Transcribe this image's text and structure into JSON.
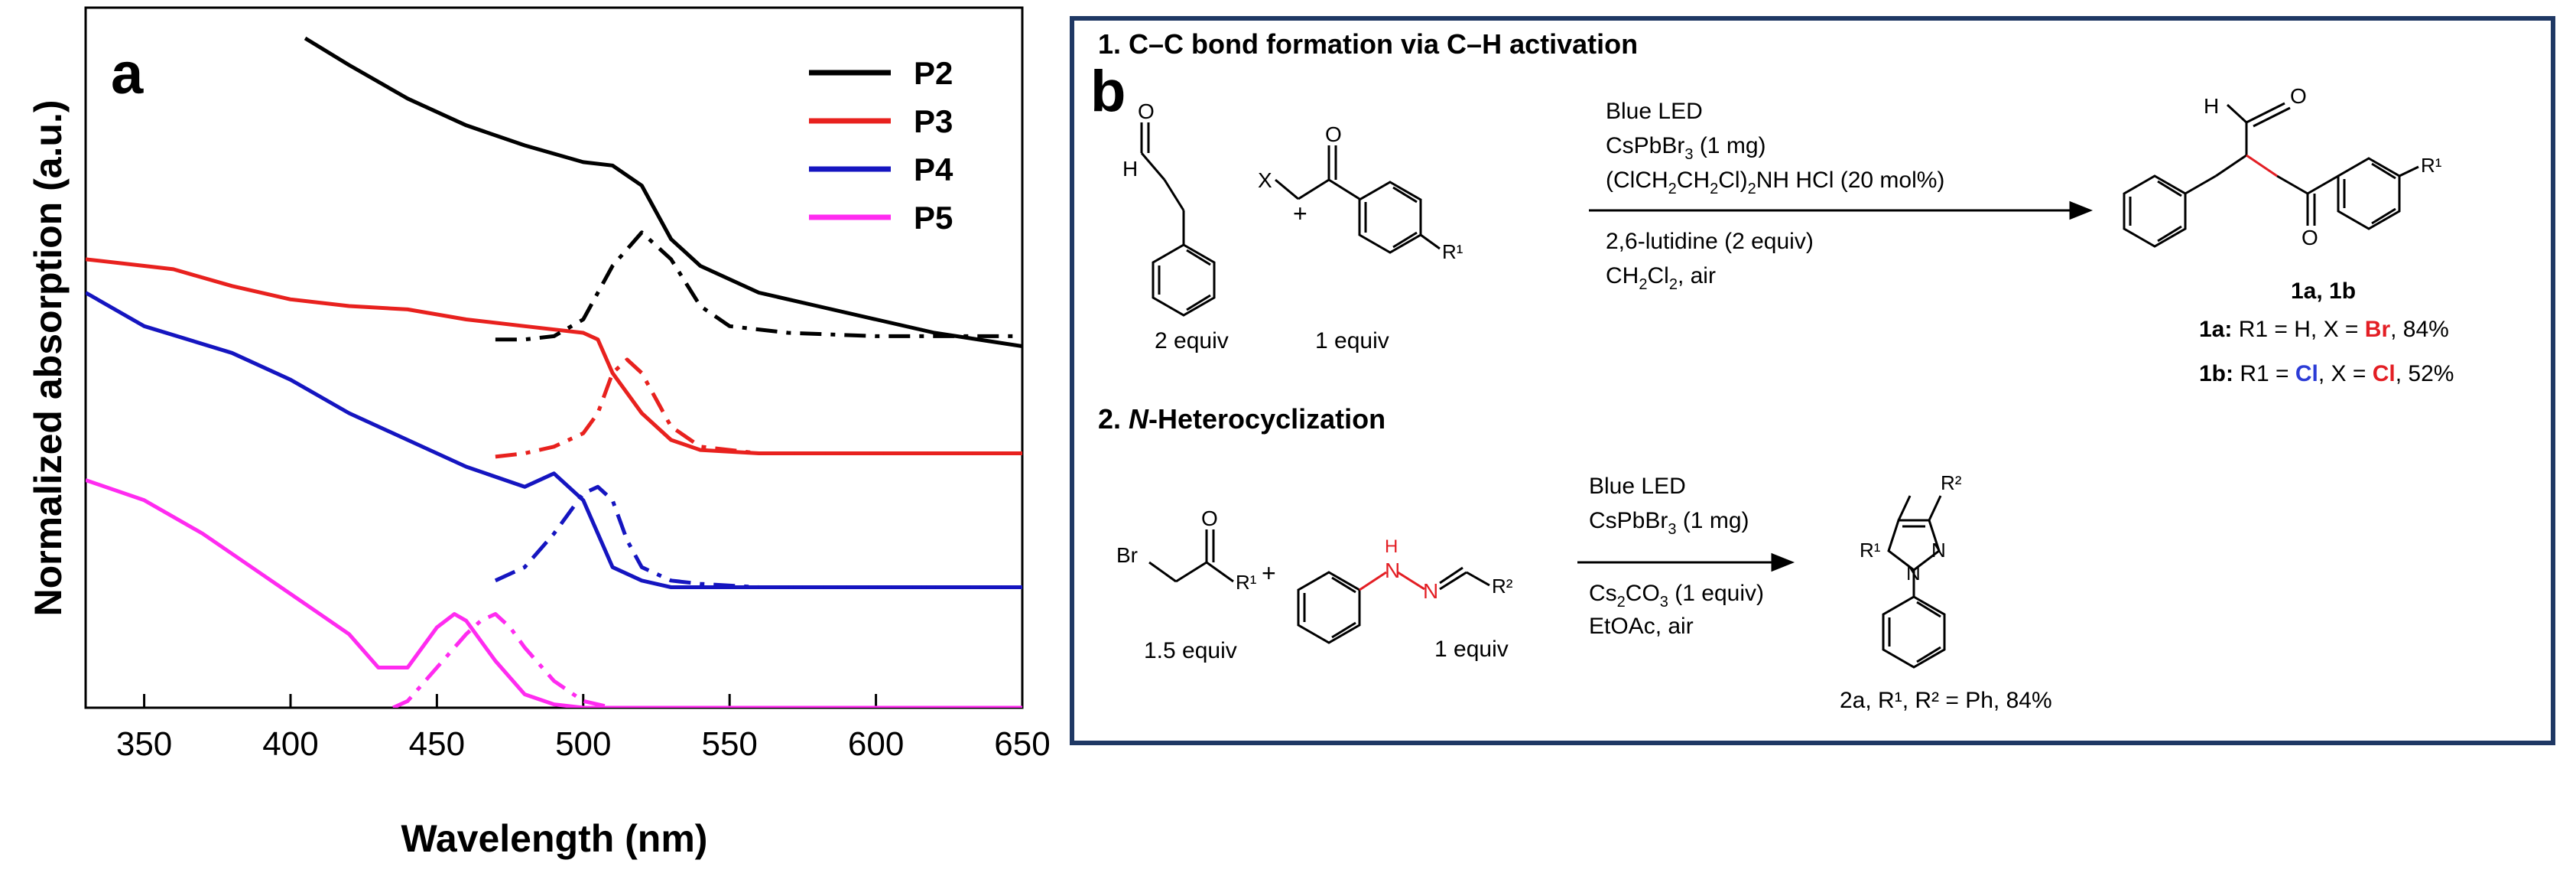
{
  "chart_data": {
    "type": "line",
    "panel_label": "a",
    "xlabel": "Wavelength (nm)",
    "ylabel": "Normalized absorption (a.u.)",
    "xlim": [
      330,
      650
    ],
    "xticks": [
      350,
      400,
      450,
      500,
      550,
      600,
      650
    ],
    "ylim": [
      0,
      1
    ],
    "y_tick_labels": false,
    "legend_position": "top-right",
    "colors": {
      "P2": "#000000",
      "P3": "#e8211e",
      "P4": "#1515c0",
      "P5": "#ff2bf0"
    },
    "series": [
      {
        "name": "P2",
        "style": "solid",
        "x": [
          405,
          420,
          440,
          460,
          480,
          500,
          510,
          520,
          530,
          540,
          560,
          580,
          600,
          620,
          650
        ],
        "y": [
          1.0,
          0.96,
          0.91,
          0.87,
          0.84,
          0.815,
          0.81,
          0.78,
          0.7,
          0.66,
          0.62,
          0.6,
          0.58,
          0.56,
          0.54
        ]
      },
      {
        "name": "P3",
        "style": "solid",
        "x": [
          330,
          350,
          360,
          380,
          400,
          420,
          440,
          460,
          480,
          500,
          505,
          510,
          520,
          530,
          540,
          560,
          600,
          650
        ],
        "y": [
          0.67,
          0.66,
          0.655,
          0.63,
          0.61,
          0.6,
          0.595,
          0.58,
          0.57,
          0.56,
          0.55,
          0.5,
          0.44,
          0.4,
          0.385,
          0.38,
          0.38,
          0.38
        ]
      },
      {
        "name": "P4",
        "style": "solid",
        "x": [
          330,
          350,
          380,
          400,
          420,
          440,
          460,
          480,
          490,
          500,
          510,
          520,
          530,
          540,
          560,
          600,
          650
        ],
        "y": [
          0.62,
          0.57,
          0.53,
          0.49,
          0.44,
          0.4,
          0.36,
          0.33,
          0.35,
          0.31,
          0.21,
          0.19,
          0.18,
          0.18,
          0.18,
          0.18,
          0.18
        ]
      },
      {
        "name": "P5",
        "style": "solid",
        "x": [
          330,
          350,
          370,
          390,
          410,
          420,
          430,
          440,
          450,
          456,
          460,
          470,
          480,
          490,
          500,
          520,
          550,
          650
        ],
        "y": [
          0.34,
          0.31,
          0.26,
          0.2,
          0.14,
          0.11,
          0.06,
          0.06,
          0.12,
          0.14,
          0.13,
          0.07,
          0.02,
          0.005,
          0.0,
          0.0,
          0.0,
          0.0
        ]
      },
      {
        "name": "P2",
        "style": "dash-dot",
        "x": [
          470,
          480,
          490,
          500,
          510,
          520,
          530,
          540,
          550,
          570,
          600,
          650
        ],
        "y": [
          0.55,
          0.55,
          0.555,
          0.58,
          0.66,
          0.71,
          0.67,
          0.6,
          0.57,
          0.56,
          0.555,
          0.555
        ]
      },
      {
        "name": "P3",
        "style": "dash-dot",
        "x": [
          470,
          480,
          490,
          500,
          505,
          510,
          515,
          520,
          525,
          530,
          540,
          550,
          560,
          600,
          650
        ],
        "y": [
          0.375,
          0.38,
          0.39,
          0.41,
          0.44,
          0.5,
          0.52,
          0.5,
          0.46,
          0.42,
          0.39,
          0.385,
          0.38,
          0.38,
          0.38
        ]
      },
      {
        "name": "P4",
        "style": "dash-dot",
        "x": [
          470,
          475,
          480,
          490,
          500,
          505,
          510,
          515,
          520,
          530,
          540,
          560,
          600,
          650
        ],
        "y": [
          0.19,
          0.2,
          0.21,
          0.26,
          0.32,
          0.33,
          0.31,
          0.25,
          0.21,
          0.19,
          0.185,
          0.18,
          0.18,
          0.18
        ]
      },
      {
        "name": "P5",
        "style": "dash-dot",
        "x": [
          435,
          440,
          450,
          460,
          465,
          470,
          475,
          480,
          490,
          500,
          510,
          530,
          650
        ],
        "y": [
          0.0,
          0.01,
          0.06,
          0.11,
          0.13,
          0.14,
          0.12,
          0.09,
          0.04,
          0.01,
          0.0,
          0.0,
          0.0
        ]
      }
    ]
  },
  "scheme": {
    "panel_label": "b",
    "section1_title": "1. C–C bond formation via C–H activation",
    "section2_prefix": "2. ",
    "section2_n": "N",
    "section2_rest": "-Heterocyclization",
    "r1": {
      "conditions": [
        "Blue LED",
        "CsPbBr3 (1 mg)",
        "(ClCH2CH2Cl)2NH HCl (20 mol%)"
      ],
      "conditions_below": [
        "2,6-lutidine (2 equiv)",
        "CH2Cl2, air"
      ],
      "reactant1_equiv": "2 equiv",
      "reactant2_equiv": "1 equiv",
      "product_label": "1a, 1b",
      "result_1a": {
        "label": "1a:",
        "r1": "R1 = H, X = ",
        "x": "Br",
        "yield": ", 84%"
      },
      "result_1b": {
        "label": "1b:",
        "r1_prefix": "R1 = ",
        "r1_val": "Cl",
        "x_prefix": ", X = ",
        "x": "Cl",
        "yield": ", 52%"
      }
    },
    "r2": {
      "conditions": [
        "Blue LED",
        "CsPbBr3 (1 mg)"
      ],
      "conditions_below": [
        "Cs2CO3 (1 equiv)",
        "EtOAc, air"
      ],
      "reactant1_equiv": "1.5 equiv",
      "reactant2_equiv": "1 equiv",
      "product_caption": "2a, R¹, R² = Ph, 84%"
    },
    "colors": {
      "accent_red": "#e31e24",
      "accent_blue": "#2b3bd6",
      "frame": "#1f3864"
    }
  }
}
